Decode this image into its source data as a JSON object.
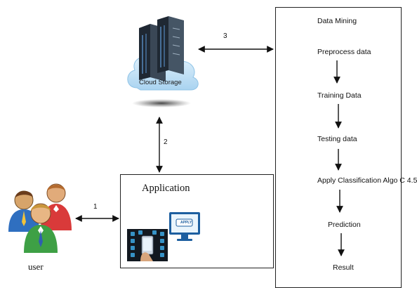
{
  "cloud_label": "Cloud Storage",
  "application_label": "Application",
  "user_label": "user",
  "apply_badge": "APPLY",
  "arrow_labels": {
    "a1": "1",
    "a2": "2",
    "a3": "3"
  },
  "steps": [
    "Data Mining",
    "Preprocess data",
    "Training Data",
    "Testing data",
    "Apply Classification Algo C 4.5",
    "Prediction",
    "Result"
  ],
  "colors": {
    "cloud": "#c9e4f7",
    "server": "#2b3440",
    "user_orange": "#e98a2c",
    "user_blue": "#2f6fc0",
    "user_green": "#3ea045",
    "user_red": "#d93a3a"
  }
}
